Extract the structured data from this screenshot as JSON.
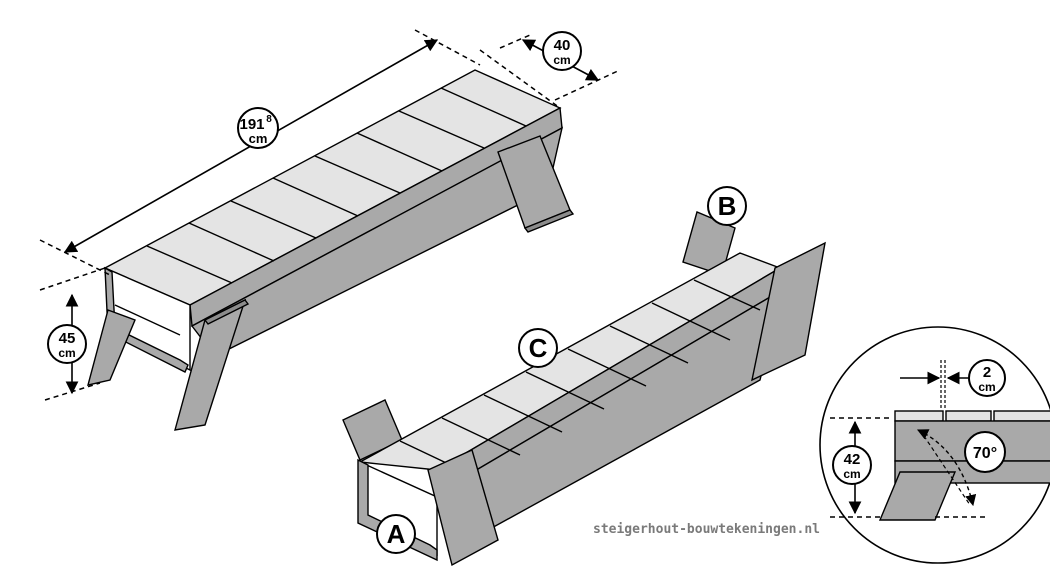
{
  "dimensions": {
    "length_value": "191",
    "length_sup": "8",
    "length_unit": "cm",
    "depth_value": "40",
    "depth_unit": "cm",
    "height_value": "45",
    "height_unit": "cm",
    "detail_gap_value": "2",
    "detail_gap_unit": "cm",
    "detail_height_value": "42",
    "detail_height_unit": "cm",
    "detail_angle": "70°"
  },
  "labels": {
    "part_a": "A",
    "part_b": "B",
    "part_c": "C"
  },
  "watermark": "steigerhout-bouwtekeningen.nl"
}
